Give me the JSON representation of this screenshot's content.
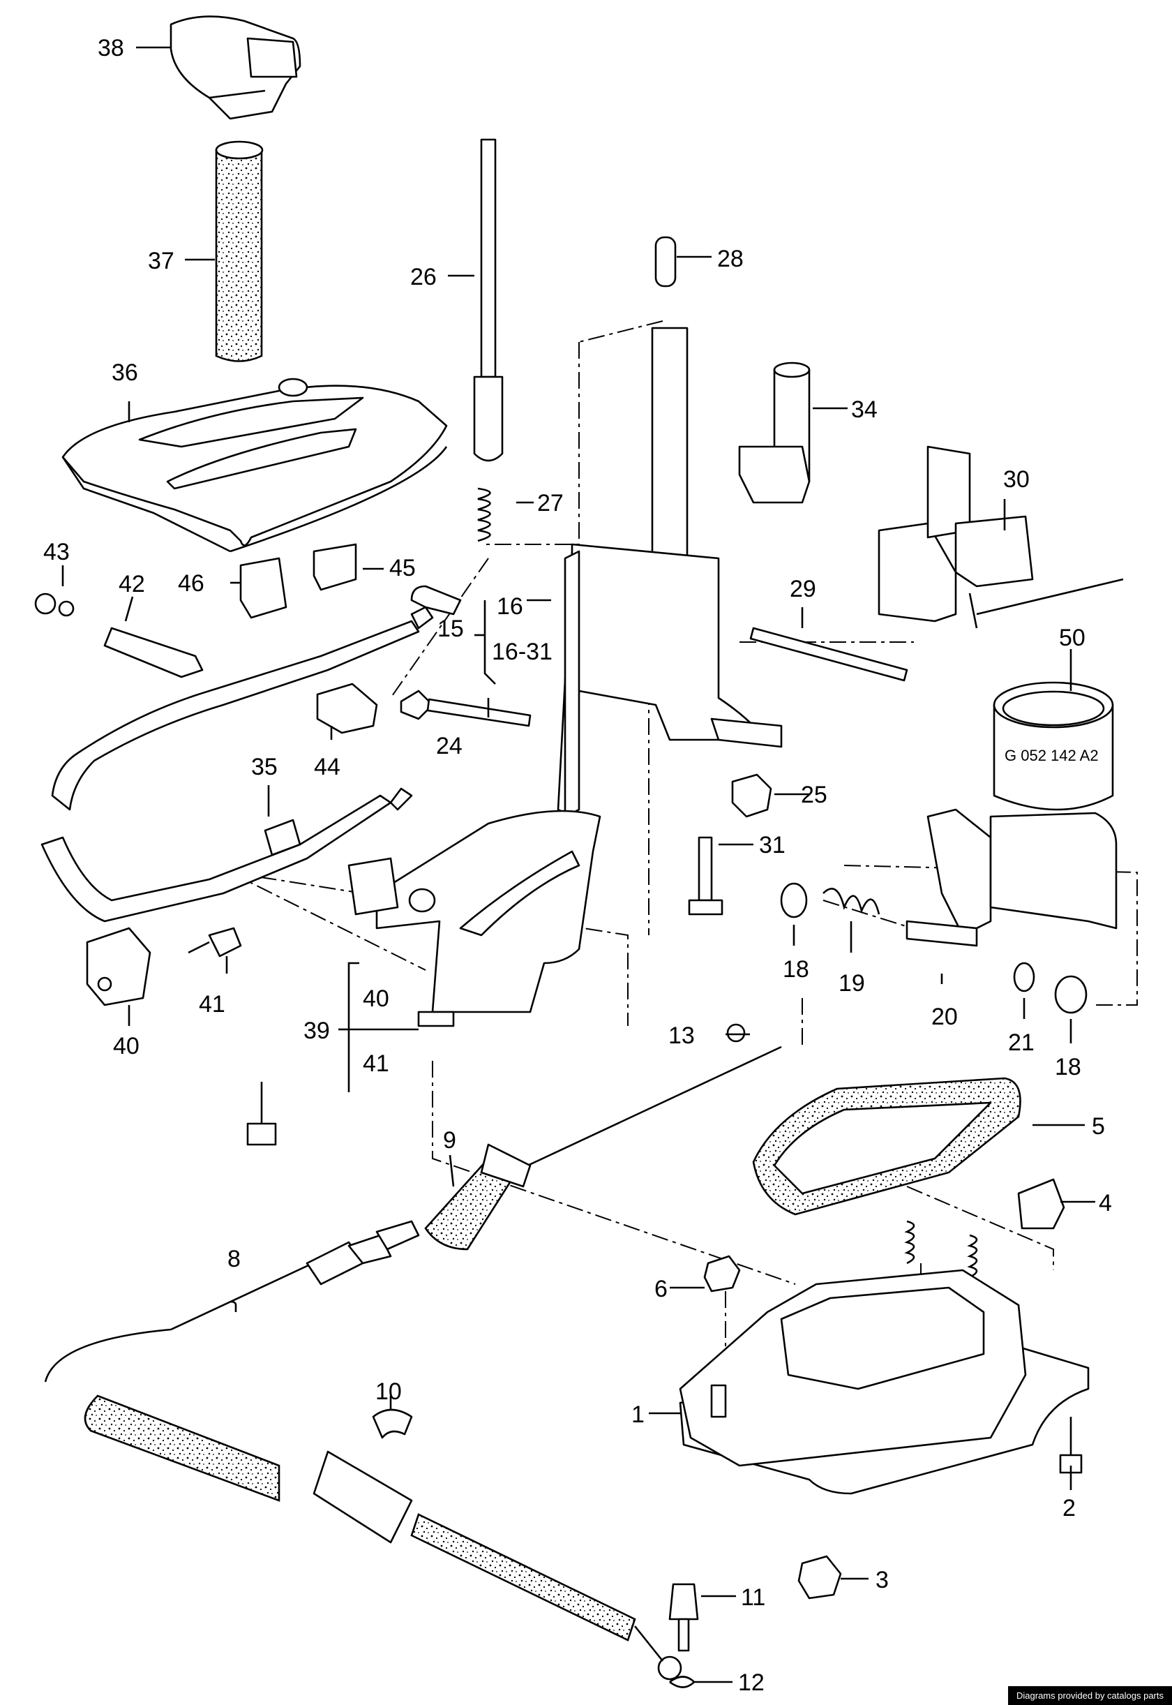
{
  "credit": "Diagrams provided by catalogs parts",
  "callouts": {
    "n1": "1",
    "n2": "2",
    "n3": "3",
    "n4": "4",
    "n5": "5",
    "n6": "6",
    "n8": "8",
    "n9": "9",
    "n10": "10",
    "n11": "11",
    "n12": "12",
    "n13": "13",
    "n15": "15",
    "n16": "16",
    "n16_31": "16-31",
    "n18a": "18",
    "n18b": "18",
    "n19": "19",
    "n20": "20",
    "n21": "21",
    "n24": "24",
    "n25": "25",
    "n26": "26",
    "n27": "27",
    "n28": "28",
    "n29": "29",
    "n30": "30",
    "n31": "31",
    "n34": "34",
    "n35": "35",
    "n36": "36",
    "n37": "37",
    "n38": "38",
    "n39": "39",
    "n39_40": "40",
    "n39_41": "41",
    "n40": "40",
    "n41": "41",
    "n42": "42",
    "n43": "43",
    "n44": "44",
    "n45": "45",
    "n46": "46",
    "n50": "50"
  },
  "part_markings": {
    "seal_ring_code": "G 052 142 A2"
  },
  "icons": [
    "stippled-texture",
    "coil-spring",
    "hex-nut",
    "hex-bolt"
  ]
}
